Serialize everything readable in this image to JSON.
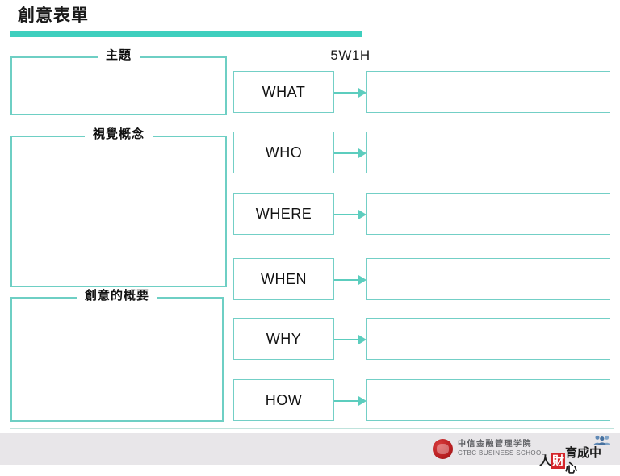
{
  "header": {
    "title": "創意表單",
    "accent_color": "#3ecfbe",
    "rule_color": "#bfe3dc"
  },
  "left_panel": {
    "boxes": [
      {
        "label": "主題",
        "value": "",
        "name": "theme"
      },
      {
        "label": "視覺概念",
        "value": "",
        "name": "visual-concept"
      },
      {
        "label": "創意的概要",
        "value": "",
        "name": "creative-outline"
      }
    ],
    "border_color": "#6ecfc4"
  },
  "right_panel": {
    "title": "5W1H",
    "arrow_color": "#5ccdbe",
    "border_color": "#73cfc6",
    "rows": [
      {
        "key": "WHAT",
        "value": ""
      },
      {
        "key": "WHO",
        "value": ""
      },
      {
        "key": "WHERE",
        "value": ""
      },
      {
        "key": "WHEN",
        "value": ""
      },
      {
        "key": "WHY",
        "value": ""
      },
      {
        "key": "HOW",
        "value": ""
      }
    ]
  },
  "footer": {
    "band_color": "#e8e6e9",
    "ctbc_logo": {
      "icon": "red-seal-icon",
      "name_cn": "中信金融管理学院",
      "name_en": "CTBC BUSINESS SCHOOL",
      "seal_color": "#b81f22"
    },
    "hr_logo": {
      "icon": "people-group-icon",
      "text_1": "人",
      "text_highlight": "財",
      "text_2": "育成中心",
      "highlight_color": "#d4262b",
      "icon_color": "#5f88b5"
    }
  }
}
